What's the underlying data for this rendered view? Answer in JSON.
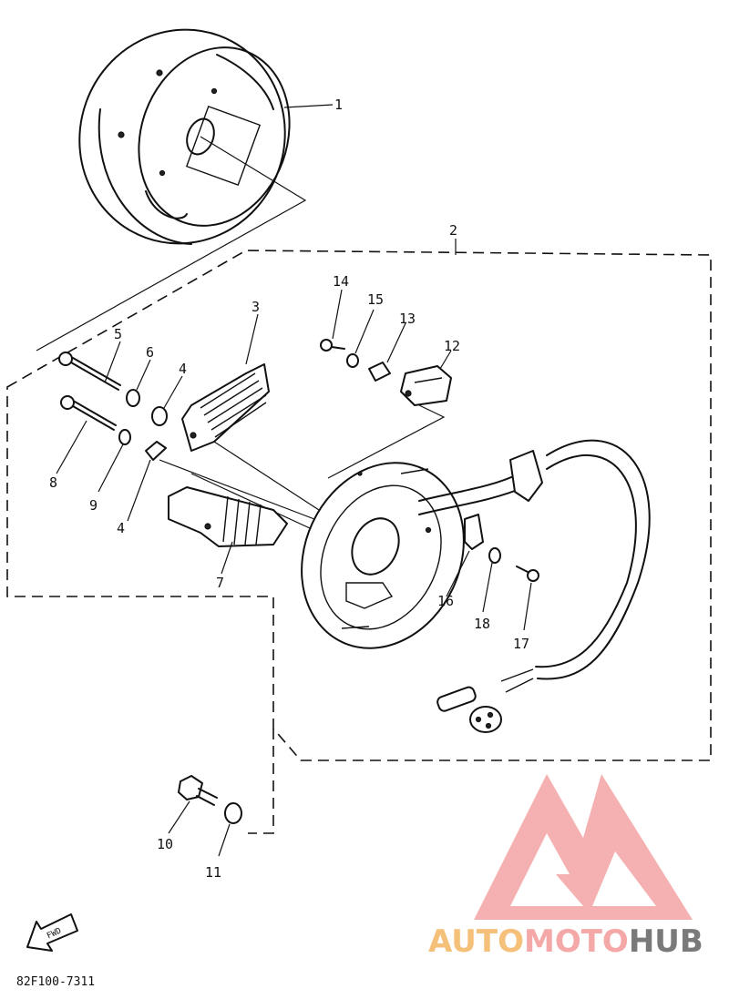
{
  "diagram": {
    "parts": [
      {
        "id": "flywheel",
        "label": "1"
      },
      {
        "id": "stator-assembly",
        "label": "2"
      },
      {
        "id": "coil-upper",
        "label": "3"
      },
      {
        "id": "washer-4-upper",
        "label": "4"
      },
      {
        "id": "washer-4-lower",
        "label": "4"
      },
      {
        "id": "screw-5",
        "label": "5"
      },
      {
        "id": "washer-6",
        "label": "6"
      },
      {
        "id": "coil-lower",
        "label": "7"
      },
      {
        "id": "screw-8",
        "label": "8"
      },
      {
        "id": "washer-9",
        "label": "9"
      },
      {
        "id": "contact-breaker",
        "label": "10"
      },
      {
        "id": "clip-11",
        "label": "11"
      },
      {
        "id": "screw-12",
        "label": "12"
      },
      {
        "id": "washer-13",
        "label": "13"
      },
      {
        "id": "wire-clamp-14",
        "label": "14"
      },
      {
        "id": "screw-15",
        "label": "15"
      },
      {
        "id": "washer-16",
        "label": "16"
      },
      {
        "id": "bolt-17",
        "label": "17"
      },
      {
        "id": "washer-18",
        "label": "18"
      }
    ],
    "direction_badge": "FWD",
    "drawing_code": "82F100-7311"
  },
  "watermark": {
    "brand_part1": "AUTO",
    "brand_part2": "MOTO",
    "brand_part3": "HUB",
    "color_primary": "#f4a8a8",
    "color_secondary": "#f5c07a",
    "color_dark": "#7a7a7a"
  }
}
